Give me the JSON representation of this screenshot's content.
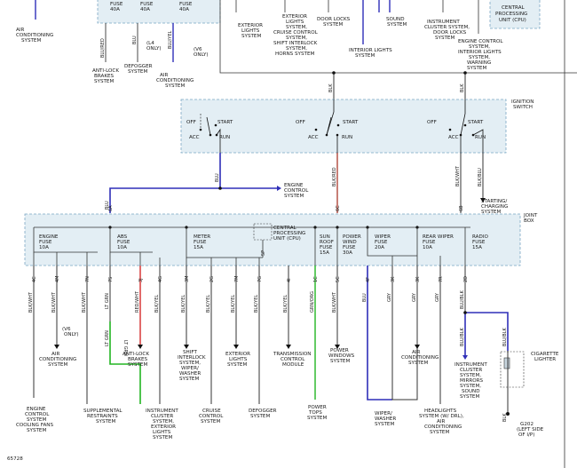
{
  "top": {
    "fuses": [
      {
        "name": "FUSE",
        "amp": "40A"
      },
      {
        "name": "FUSE",
        "amp": "40A"
      },
      {
        "name": "FUSE",
        "amp": "40A"
      }
    ],
    "cpu": [
      "CENTRAL",
      "PROCESSING",
      "UNIT (CPU)"
    ],
    "labels": {
      "ac_left": [
        "AIR",
        "CONDITIONING",
        "SYSTEM"
      ],
      "abs": [
        "ANTI-LOCK",
        "BRAKES",
        "SYSTEM"
      ],
      "defog": [
        "DEFOGGER",
        "SYSTEM"
      ],
      "ac": [
        "AIR",
        "CONDITIONING",
        "SYSTEM"
      ],
      "l4": [
        "(L4",
        "ONLY)"
      ],
      "v6": [
        "(V6",
        "ONLY)"
      ],
      "ext": [
        "EXTERIOR",
        "LIGHTS",
        "SYSTEM"
      ],
      "extc": [
        "EXTERIOR",
        "LIGHTS",
        "SYSTEM,",
        "CRUISE CONTROL",
        "SYSTEM,",
        "SHIFT INTERLOCK",
        "SYSTEM,",
        "HORNS SYSTEM"
      ],
      "door": [
        "DOOR LOCKS",
        "SYSTEM"
      ],
      "interior": [
        "INTERIOR LIGHTS",
        "SYSTEM"
      ],
      "sound": [
        "SOUND",
        "SYSTEM"
      ],
      "cluster": [
        "INSTRUMENT",
        "CLUSTER SYSTEM,",
        "DOOR LOCKS",
        "SYSTEM"
      ],
      "ecs": [
        "ENGINE CONTROL",
        "SYSTEM,",
        "INTERIOR LIGHTS",
        "SYSTEM,",
        "WARNING",
        "SYSTEM"
      ]
    },
    "wires": {
      "blured": "BLU/RED",
      "blu": "BLU",
      "bluyel": "BLU/YEL"
    }
  },
  "ignition": {
    "title": [
      "IGNITION",
      "SWITCH"
    ],
    "off": "OFF",
    "start": "START",
    "acc": "ACC",
    "run": "RUN",
    "blk": "BLK"
  },
  "mid": {
    "blu": "BLU",
    "ecs": [
      "ENGINE",
      "CONTROL",
      "SYSTEM"
    ],
    "blkred": "BLK/RED",
    "blkwht": "BLK/WHT",
    "blkblu": "BLK/BLU",
    "starting": [
      "STARTING/",
      "CHARGING",
      "SYSTEM"
    ],
    "pins": {
      "p6a": "6A",
      "p6c": "6C",
      "p6b": "6B"
    }
  },
  "jb": {
    "title": [
      "JOINT",
      "BOX"
    ],
    "cpu": [
      "CENTRAL",
      "PROCESSING",
      "UNIT (CPU)"
    ],
    "fuses": [
      [
        "ENGINE",
        "FUSE",
        "10A"
      ],
      [
        "ABS",
        "FUSE",
        "10A"
      ],
      [
        "METER",
        "FUSE",
        "15A"
      ],
      [
        "SUN",
        "ROOF",
        "FUSE",
        "15A"
      ],
      [
        "POWER",
        "WIND",
        "FUSE",
        "30A"
      ],
      [
        "WIPER",
        "FUSE",
        "20A"
      ],
      [
        "REAR WIPER",
        "FUSE",
        "10A"
      ],
      [
        "RADIO",
        "FUSE",
        "15A"
      ]
    ],
    "pins": [
      "4C",
      "4M",
      "7N",
      "7S",
      "3J",
      "4G",
      "3M",
      "2G",
      "7M",
      "7G",
      "5P",
      "4I",
      "1C",
      "5C",
      "4F",
      "3K",
      "3K",
      "7R",
      "2D"
    ]
  },
  "bottom": {
    "wires": [
      "BLK/WHT",
      "BLK/WHT",
      "BLK/WHT",
      "LT GRN",
      "RED/WHT",
      "BLK/YEL",
      "BLK/YEL",
      "BLK/YEL",
      "BLK/YEL",
      "BLK/YEL",
      "BLK/YEL",
      "GRN/ORG",
      "BLK/WHT",
      "BLU",
      "GRY",
      "GRY",
      "GRY",
      "BLU/BLK"
    ],
    "ltgrn": "LT GRN",
    "v6": [
      "(V6",
      "ONLY)"
    ],
    "blublk2": "BLU/BLK",
    "blublk3": "BLU/BLK",
    "blk": "BLK",
    "labels": {
      "ecs": [
        "ENGINE",
        "CONTROL",
        "SYSTEM",
        "COOLING FANS",
        "SYSTEM"
      ],
      "ac": [
        "AIR",
        "CONDITIONING",
        "SYSTEM"
      ],
      "srs": [
        "SUPPLEMENTAL",
        "RESTRAINTS",
        "SYSTEM"
      ],
      "abs": [
        "ANTI-LOCK",
        "BRAKES",
        "SYSTEM"
      ],
      "cluster": [
        "INSTRUMENT",
        "CLUSTER",
        "SYSTEM,",
        "EXTERIOR",
        "LIGHTS",
        "SYSTEM"
      ],
      "shift": [
        "SHIFT",
        "INTERLOCK",
        "SYSTEM,",
        "WIPER/",
        "WASHER",
        "SYSTEM"
      ],
      "cruise": [
        "CRUISE",
        "CONTROL",
        "SYSTEM"
      ],
      "ext": [
        "EXTERIOR",
        "LIGHTS",
        "SYSTEM"
      ],
      "defog": [
        "DEFOGGER",
        "SYSTEM"
      ],
      "trans": [
        "TRANSMISSION",
        "CONTROL",
        "MODULE"
      ],
      "tops": [
        "POWER",
        "TOPS",
        "SYSTEM"
      ],
      "windows": [
        "POWER",
        "WINDOWS",
        "SYSTEM"
      ],
      "wiper": [
        "WIPER/",
        "WASHER",
        "SYSTEM"
      ],
      "ac2": [
        "AIR",
        "CONDITIONING",
        "SYSTEM"
      ],
      "headlights": [
        "HEADLIGHTS",
        "SYSTEM (W/ DRL),",
        "AIR",
        "CONDITIONING",
        "SYSTEM"
      ],
      "cluster2": [
        "INSTRUMENT",
        "CLUSTER",
        "SYSTEM,",
        "MIRRORS",
        "SYSTEM,",
        "SOUND",
        "SYSTEM"
      ],
      "lighter": [
        "CIGARETTE",
        "LIGHTER"
      ],
      "ground": [
        "G202",
        "(LEFT SIDE",
        "OF I/P)"
      ]
    }
  },
  "figure_id": "65728"
}
